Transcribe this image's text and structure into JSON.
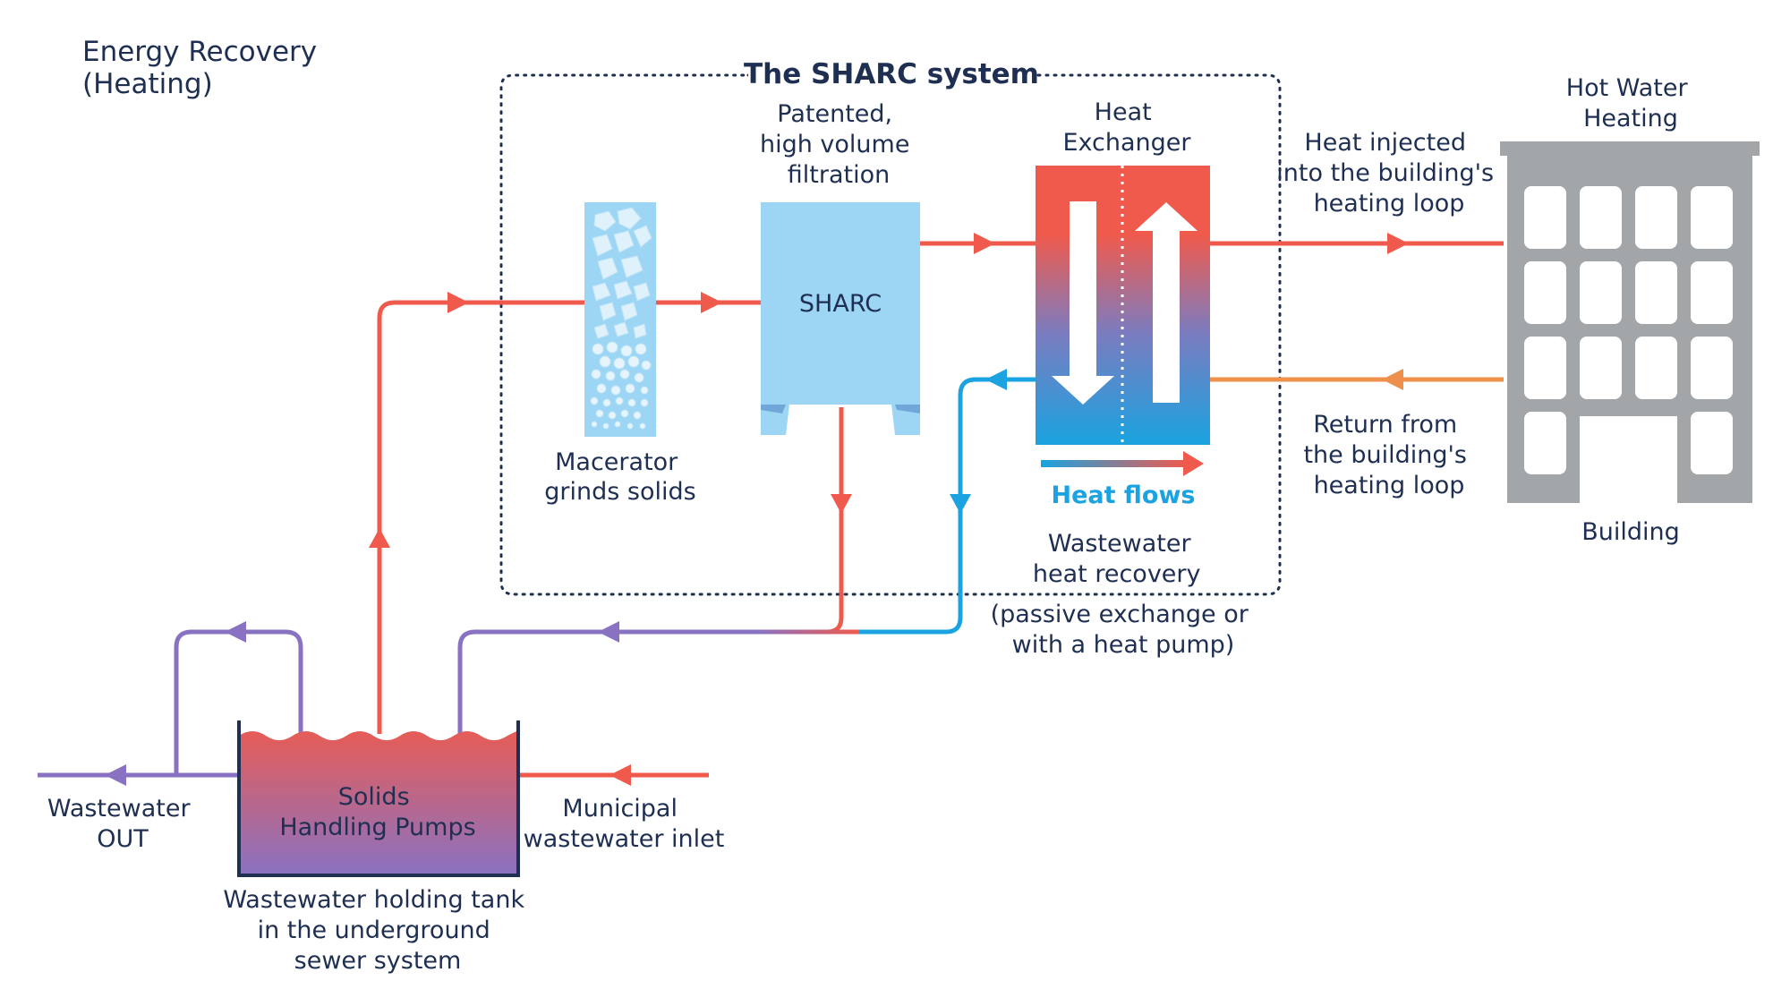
{
  "page_title": [
    "Energy Recovery",
    "(Heating)"
  ],
  "system_title": "The SHARC system",
  "filtration_label": [
    "Patented,",
    "high volume",
    "filtration"
  ],
  "sharc_unit_label": "SHARC",
  "exchanger_label": [
    "Heat",
    "Exchanger"
  ],
  "macerator_label": [
    "Macerator",
    "grinds solids"
  ],
  "heat_flows_label": "Heat flows",
  "recovery_label": [
    "Wastewater",
    "heat recovery",
    "(passive exchange or",
    "with a heat pump)"
  ],
  "heating_label": [
    "Hot Water",
    "Heating"
  ],
  "injected_label": [
    "Heat injected",
    "into the building's",
    "heating loop"
  ],
  "return_label": [
    "Return from",
    "the building's",
    "heating loop"
  ],
  "building_label": "Building",
  "tank_label": [
    "Solids",
    "Handling Pumps"
  ],
  "tank_caption": [
    "Wastewater holding tank",
    "in the underground",
    "sewer system"
  ],
  "outlet_label": [
    "Wastewater",
    "OUT"
  ],
  "inlet_label": [
    "Municipal",
    "wastewater inlet"
  ],
  "colors": {
    "hot": "#ef5a4c",
    "cold": "#1aa3e0",
    "purple": "#8a72c2",
    "orange": "#ee8f4b",
    "sharc_unit": "#9dd6f4",
    "building": "#a3a6a8",
    "text": "#1f2f52"
  }
}
